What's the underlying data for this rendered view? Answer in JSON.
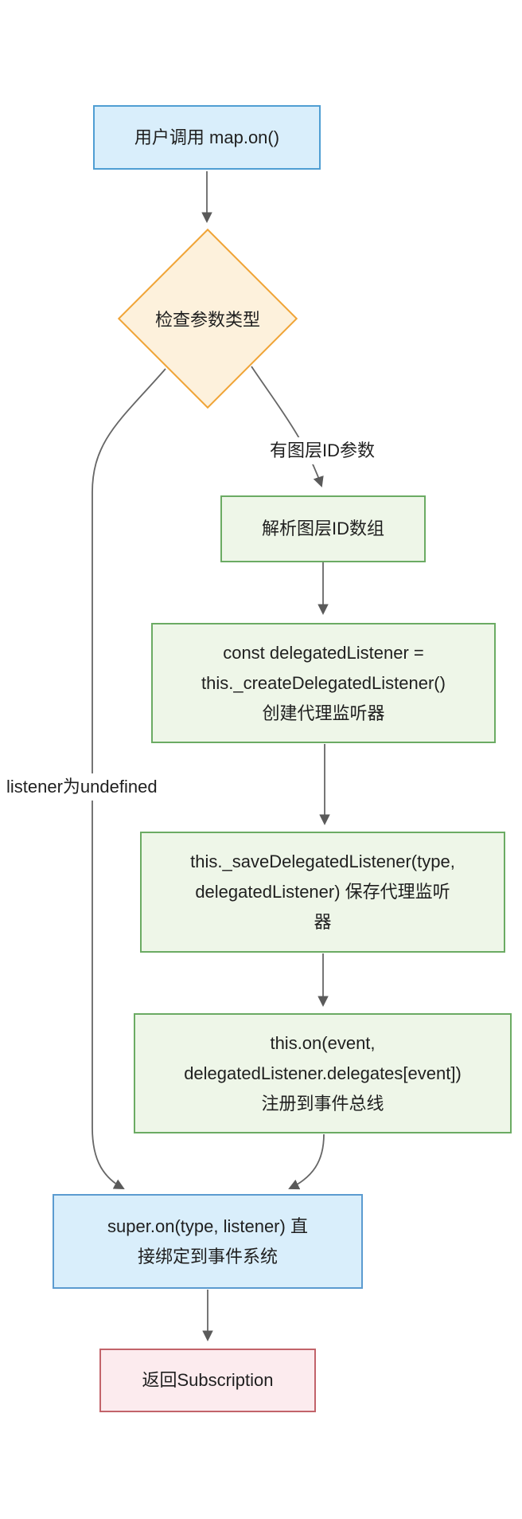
{
  "diagram": {
    "title": "map.on() event binding flowchart",
    "arrow_color": "#666666",
    "arrowhead_color": "#5a5a5a",
    "text_color": "#1f1f1f",
    "nodes": {
      "start": {
        "label": "用户调用 map.on()",
        "shape": "rect",
        "fill": "#d9eefb",
        "stroke": "#4f9ed3"
      },
      "check": {
        "label": "检查参数类型",
        "shape": "diamond",
        "fill": "#fdf1dc",
        "stroke": "#f0a437"
      },
      "parse": {
        "label": "解析图层ID数组",
        "shape": "rect",
        "fill": "#eef6e8",
        "stroke": "#6bab63"
      },
      "create": {
        "label": "const delegatedListener =\nthis._createDelegatedListener()\n创建代理监听器",
        "shape": "rect",
        "fill": "#eef6e8",
        "stroke": "#6bab63"
      },
      "save": {
        "label": "this._saveDelegatedListener(type,\ndelegatedListener) 保存代理监听\n器",
        "shape": "rect",
        "fill": "#eef6e8",
        "stroke": "#6bab63"
      },
      "register": {
        "label": "this.on(event,\ndelegatedListener.delegates[event])\n注册到事件总线",
        "shape": "rect",
        "fill": "#eef6e8",
        "stroke": "#6bab63"
      },
      "super": {
        "label": "super.on(type, listener) 直\n接绑定到事件系统",
        "shape": "rect",
        "fill": "#d9eefb",
        "stroke": "#5b9bd0"
      },
      "return": {
        "label": "返回Subscription",
        "shape": "rect",
        "fill": "#fcebee",
        "stroke": "#c2636a"
      }
    },
    "edge_labels": {
      "has_layer_id": {
        "text": "有图层ID参数"
      },
      "listener_undefined": {
        "text": "listener为undefined"
      }
    }
  }
}
